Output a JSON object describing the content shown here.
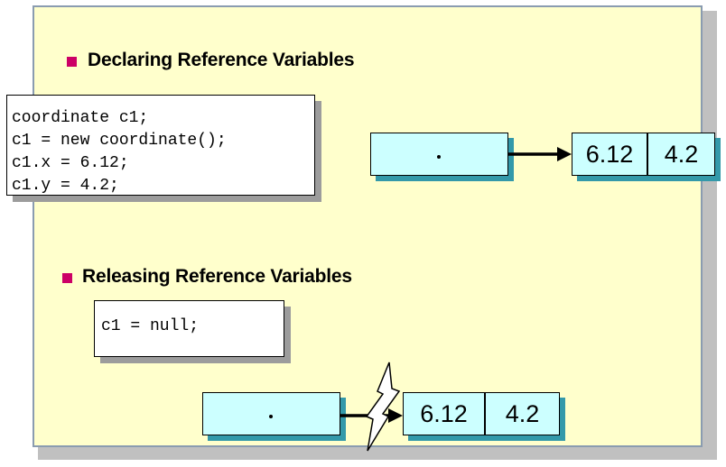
{
  "section_declaring": {
    "heading": "Declaring Reference Variables",
    "code": [
      "coordinate c1;",
      "c1 = new coordinate();",
      "c1.x = 6.12;",
      "c1.y = 4.2;"
    ],
    "values": [
      "6.12",
      "4.2"
    ]
  },
  "section_releasing": {
    "heading": "Releasing Reference Variables",
    "code": [
      "c1 = null;"
    ],
    "values": [
      "6.12",
      "4.2"
    ]
  },
  "colors": {
    "slide_background": "#ffffcc",
    "bullet": "#cc0066",
    "box_fill": "#ccffff",
    "box_shadow": "#3399aa"
  }
}
